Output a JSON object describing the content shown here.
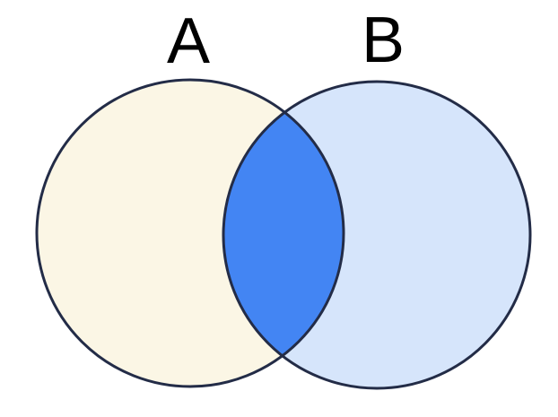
{
  "diagram": {
    "type": "venn-2-set",
    "set_a": {
      "label": "A",
      "fill_color": "#FBF6E5"
    },
    "set_b": {
      "label": "B",
      "fill_color": "#D6E5FB"
    },
    "intersection": {
      "fill_color": "#4385F3"
    },
    "outline_color": "#232C47",
    "label_color": "#000000",
    "background_color": "#FFFFFF"
  }
}
